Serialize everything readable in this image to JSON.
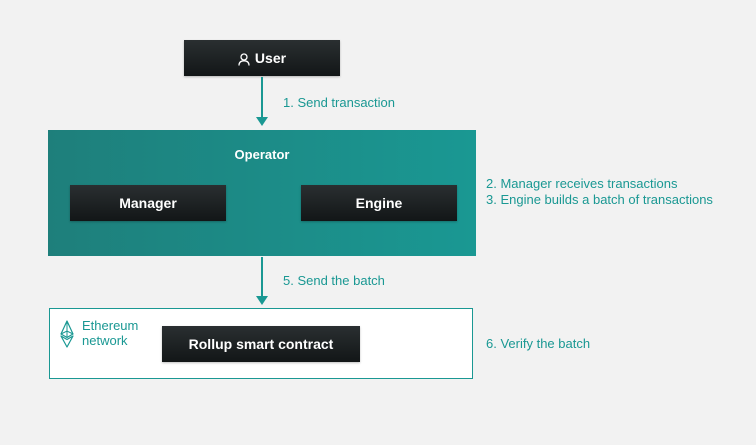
{
  "user": {
    "label": "User",
    "icon": "user-icon"
  },
  "operator": {
    "title": "Operator",
    "manager_label": "Manager",
    "engine_label": "Engine"
  },
  "ethereum": {
    "label": "Ethereum network",
    "icon": "ethereum-icon",
    "contract_label": "Rollup smart contract"
  },
  "steps": {
    "step1": "1. Send transaction",
    "step2": "2. Manager receives transactions",
    "step3": "3. Engine builds a batch of transactions",
    "step5": "5. Send the batch",
    "step6": "6. Verify the batch"
  },
  "colors": {
    "background": "#f2f2f2",
    "accent": "#1a9893",
    "dark_box": "#1b1f20",
    "operator_fill_start": "#1e7f7b",
    "operator_fill_end": "#1a9893"
  }
}
